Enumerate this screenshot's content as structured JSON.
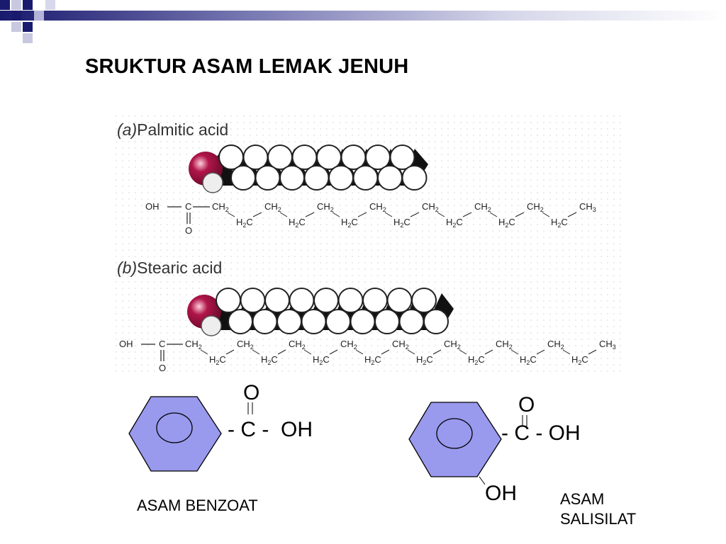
{
  "slide": {
    "title": "SRUKTUR ASAM LEMAK JENUH"
  },
  "figure": {
    "palmitic": {
      "label_prefix": "(a)",
      "label_name": "Palmitic acid",
      "formula": {
        "oh": "OH",
        "c": "C",
        "o": "O",
        "ch2": "CH2",
        "h2c": "H2C",
        "ch3": "CH3"
      }
    },
    "stearic": {
      "label_prefix": "(b)",
      "label_name": "Stearic acid",
      "formula": {
        "oh": "OH",
        "c": "C",
        "o": "O",
        "ch2": "CH2",
        "h2c": "H2C",
        "ch3": "CH3"
      }
    }
  },
  "benzoic": {
    "o": "O",
    "group": "- C -  OH",
    "name": "ASAM BENZOAT"
  },
  "salicylic": {
    "o": "O",
    "group": "- C - OH",
    "oh": "OH",
    "name_line1": "ASAM",
    "name_line2": "SALISILAT"
  },
  "colors": {
    "ring_fill": "#9999ee",
    "oxygen": "#b0154a",
    "banner": "#1a1a6e"
  }
}
